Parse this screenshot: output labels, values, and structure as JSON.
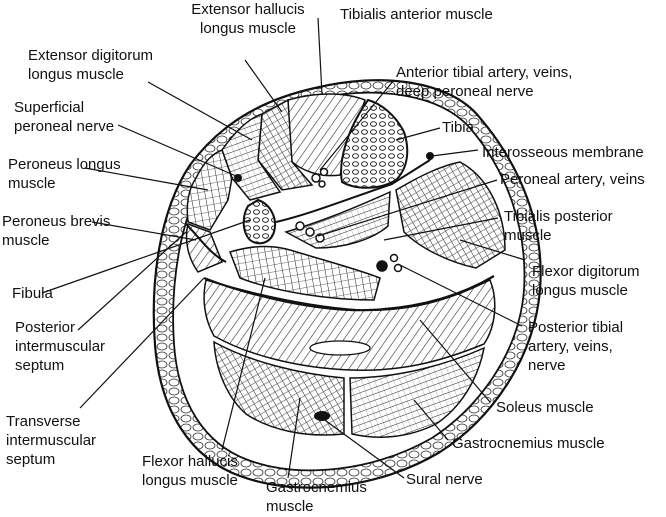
{
  "labels": {
    "extensor_hallucis": [
      "Extensor hallucis",
      "longus muscle"
    ],
    "tibialis_anterior": [
      "Tibialis anterior muscle"
    ],
    "extensor_digitorum": [
      "Extensor digitorum",
      "longus muscle"
    ],
    "anterior_tibial": [
      "Anterior tibial artery, veins,",
      "deep peroneal nerve"
    ],
    "superficial_peroneal": [
      "Superficial",
      "peroneal nerve"
    ],
    "tibia": [
      "Tibia"
    ],
    "interosseous": [
      "Interosseous membrane"
    ],
    "peroneus_longus": [
      "Peroneus longus",
      "muscle"
    ],
    "peroneal_artery": [
      "Peroneal artery, veins"
    ],
    "peroneus_brevis": [
      "Peroneus brevis",
      "muscle"
    ],
    "tibialis_posterior": [
      "Tibialis posterior",
      "muscle"
    ],
    "fibula": [
      "Fibula"
    ],
    "flexor_digitorum": [
      "Flexor digitorum",
      "longus muscle"
    ],
    "posterior_intermuscular": [
      "Posterior",
      "intermuscular",
      "septum"
    ],
    "posterior_tibial": [
      "Posterior tibial",
      "artery, veins,",
      "nerve"
    ],
    "soleus": [
      "Soleus muscle"
    ],
    "transverse_intermuscular": [
      "Transverse",
      "intermuscular",
      "septum"
    ],
    "gastrocnemius_right": [
      "Gastrocnemius muscle"
    ],
    "flexor_hallucis": [
      "Flexor hallucis",
      "longus muscle"
    ],
    "sural": [
      "Sural nerve"
    ],
    "gastrocnemius_bottom": [
      "Gastrocnemius",
      "muscle"
    ]
  }
}
